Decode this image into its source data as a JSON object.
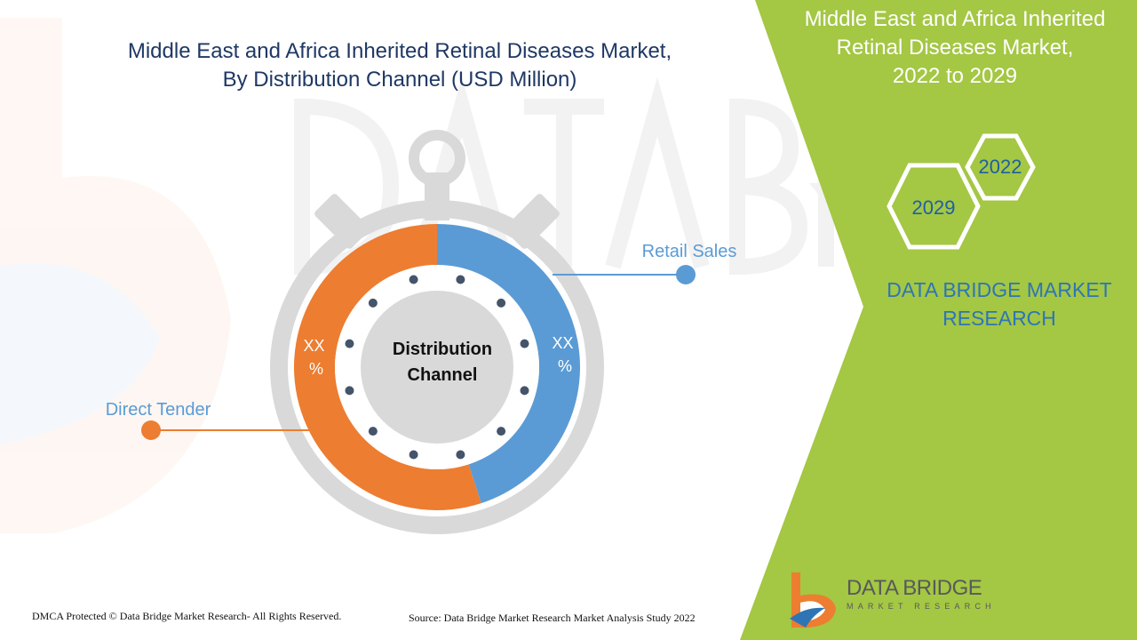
{
  "title": {
    "line1": "Middle East and Africa Inherited Retinal Diseases Market,",
    "line2": "By Distribution Channel (USD Million)"
  },
  "side_panel": {
    "title_line1": "Middle East and Africa Inherited",
    "title_line2": "Retinal Diseases Market,",
    "title_line3": "2022 to 2029",
    "hex_year_1": "2022",
    "hex_year_2": "2029",
    "brand_line1": "DATA BRIDGE MARKET",
    "brand_line2": "RESEARCH"
  },
  "chart_data": {
    "type": "pie",
    "center_label_line1": "Distribution",
    "center_label_line2": "Channel",
    "series": [
      {
        "name": "Retail Sales",
        "value_label": "XX %",
        "share": 0.45,
        "color": "#5b9bd5"
      },
      {
        "name": "Direct Tender",
        "value_label": "XX %",
        "share": 0.55,
        "color": "#ed7d31"
      }
    ]
  },
  "footer": {
    "dmca": "DMCA Protected © Data Bridge Market Research- All Rights Reserved.",
    "source": "Source: Data Bridge Market Research Market Analysis Study 2022"
  },
  "logo": {
    "name": "DATA BRIDGE",
    "tagline": "MARKET RESEARCH"
  },
  "colors": {
    "title": "#1f3864",
    "panel_green": "#a4c744",
    "accent_blue": "#2e75b6",
    "stopwatch_gray": "#d9d9d9"
  }
}
